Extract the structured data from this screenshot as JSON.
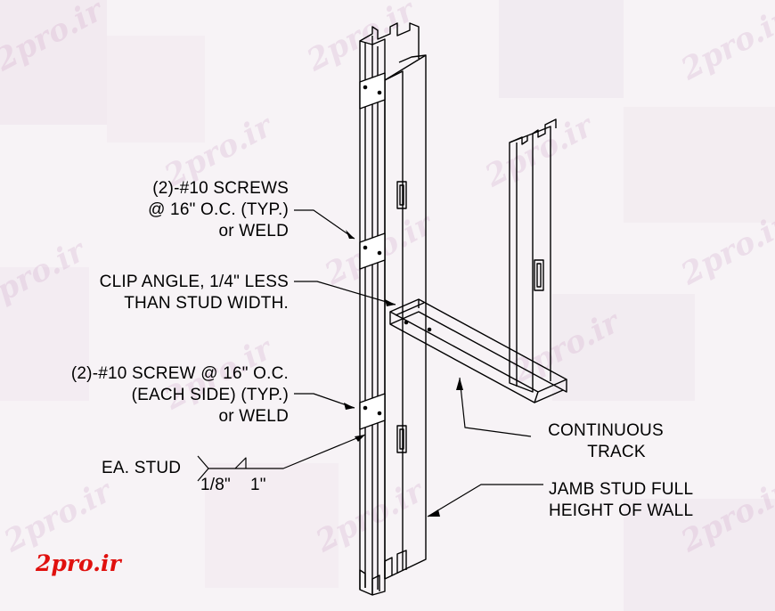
{
  "watermark": "2pro.ir",
  "logo": "2pro.ir",
  "labels": {
    "screws_top": [
      "(2)-#10 SCREWS",
      "@ 16\" O.C. (TYP.)",
      "or WELD"
    ],
    "clip_angle": [
      "CLIP ANGLE, 1/4\" LESS",
      "THAN STUD WIDTH."
    ],
    "screws_side": [
      "(2)-#10 SCREW @ 16\" O.C.",
      "(EACH SIDE) (TYP.)",
      "or WELD"
    ],
    "weld_symbol": {
      "text": "EA. STUD",
      "size": "1/8\"",
      "length": "1\""
    },
    "track": [
      "CONTINUOUS",
      "TRACK"
    ],
    "jamb": [
      "JAMB STUD FULL",
      "HEIGHT OF WALL"
    ]
  },
  "colors": {
    "line": "#000000",
    "logo": "#e0100e",
    "background": "#f7f3f6"
  }
}
